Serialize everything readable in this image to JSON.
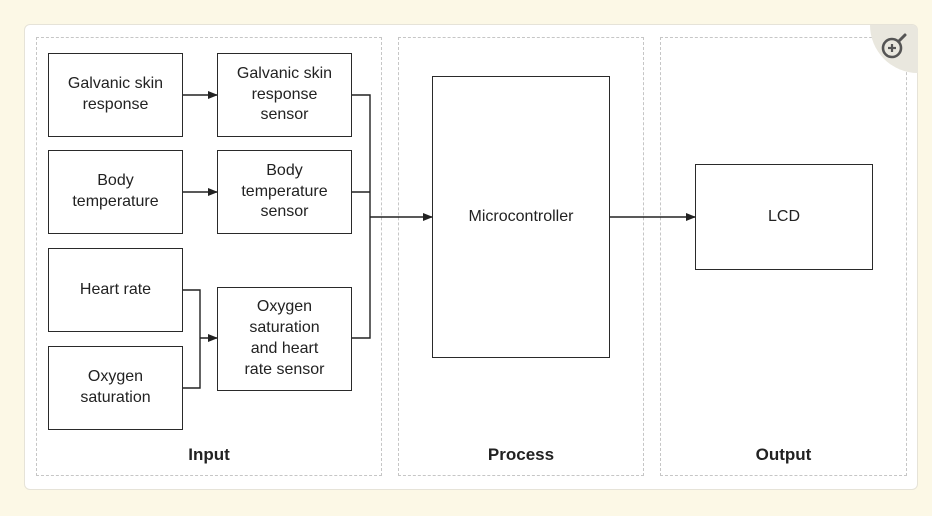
{
  "sections": {
    "input": "Input",
    "process": "Process",
    "output": "Output"
  },
  "boxes": {
    "gsr": "Galvanic skin\nresponse",
    "gsr_sensor": "Galvanic skin\nresponse\nsensor",
    "body_temp": "Body\ntemperature",
    "body_temp_sensor": "Body\ntemperature\nsensor",
    "heart_rate": "Heart rate",
    "oxygen_saturation": "Oxygen\nsaturation",
    "ox_hr_sensor": "Oxygen\nsaturation\nand heart\nrate sensor",
    "microcontroller": "Microcontroller",
    "lcd": "LCD"
  },
  "zoom_icon": "zoom-in-icon"
}
